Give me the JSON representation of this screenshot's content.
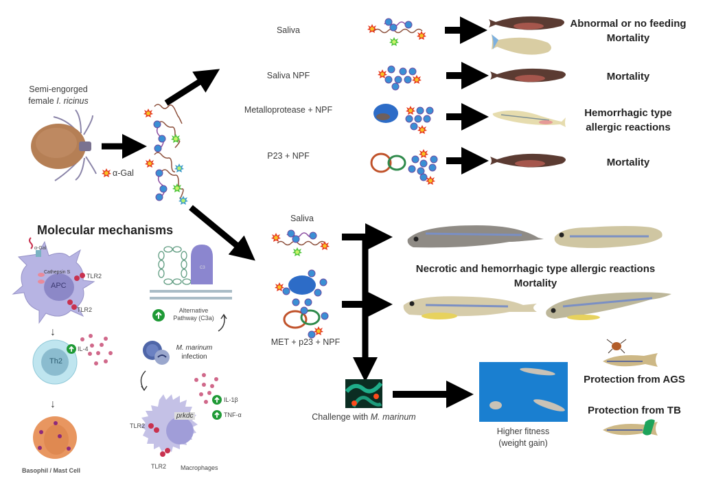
{
  "tick": {
    "label_line1": "Semi-engorged",
    "label_line2_prefix": "female ",
    "label_line2_species": "I. ricinus",
    "legend_label": "α-Gal"
  },
  "top_rows": [
    {
      "treatment": "Saliva",
      "outcome_line1": "Abnormal or no feeding",
      "outcome_line2": "Mortality"
    },
    {
      "treatment": "Saliva NPF",
      "outcome_line1": "Mortality",
      "outcome_line2": ""
    },
    {
      "treatment": "Metalloprotease + NPF",
      "outcome_line1": "Hemorrhagic type",
      "outcome_line2": "allergic reactions"
    },
    {
      "treatment": "P23 + NPF",
      "outcome_line1": "Mortality",
      "outcome_line2": ""
    }
  ],
  "mechanisms": {
    "title": "Molecular mechanisms",
    "apc": {
      "cell_label": "APC",
      "enzyme_label": "Cathepsin S",
      "receptor_label": "TLR2",
      "antigen_label": "α-Gal"
    },
    "th2": {
      "cell_label": "Th2",
      "cytokine_label": "IL-4"
    },
    "basophil": {
      "label": "Basophil / Mast Cell"
    },
    "complement": {
      "protein_label": "C3",
      "pathway_line1": "Alternative",
      "pathway_line2": "Pathway (C3a)"
    },
    "infection": {
      "species": "M. marinum",
      "suffix": "infection"
    },
    "macrophage": {
      "gene_label": "prkdc",
      "receptor_label": "TLR2",
      "cell_label": "Macrophages",
      "cytokines": [
        "IL-1β",
        "TNF-α"
      ]
    }
  },
  "lower": {
    "saliva_label": "Saliva",
    "combo_label": "MET + p23 + NPF",
    "outcome_line1": "Necrotic and hemorrhagic type allergic reactions",
    "outcome_line2": "Mortality",
    "challenge_prefix": "Challenge with ",
    "challenge_species": "M. marinum",
    "fitness_line1": "Higher fitness",
    "fitness_line2": "(weight gain)",
    "protection_ags": "Protection from AGS",
    "protection_tb": "Protection from TB"
  },
  "colors": {
    "arrow": "#000000",
    "agal_star_outer": "#e53a1f",
    "agal_star_inner": "#f7c325",
    "green_star": "#4fc43a",
    "teal_star": "#3a9ac9",
    "bead": "#3b8fd4",
    "bead_stroke": "#6a4ba0",
    "apc_cell": "#b7b4e3",
    "th2_cell": "#bfe5ef",
    "basophil": "#e89660",
    "tlr2": "#c8324f",
    "up_badge": "#1f9a36",
    "water": "#1a7fd0"
  }
}
